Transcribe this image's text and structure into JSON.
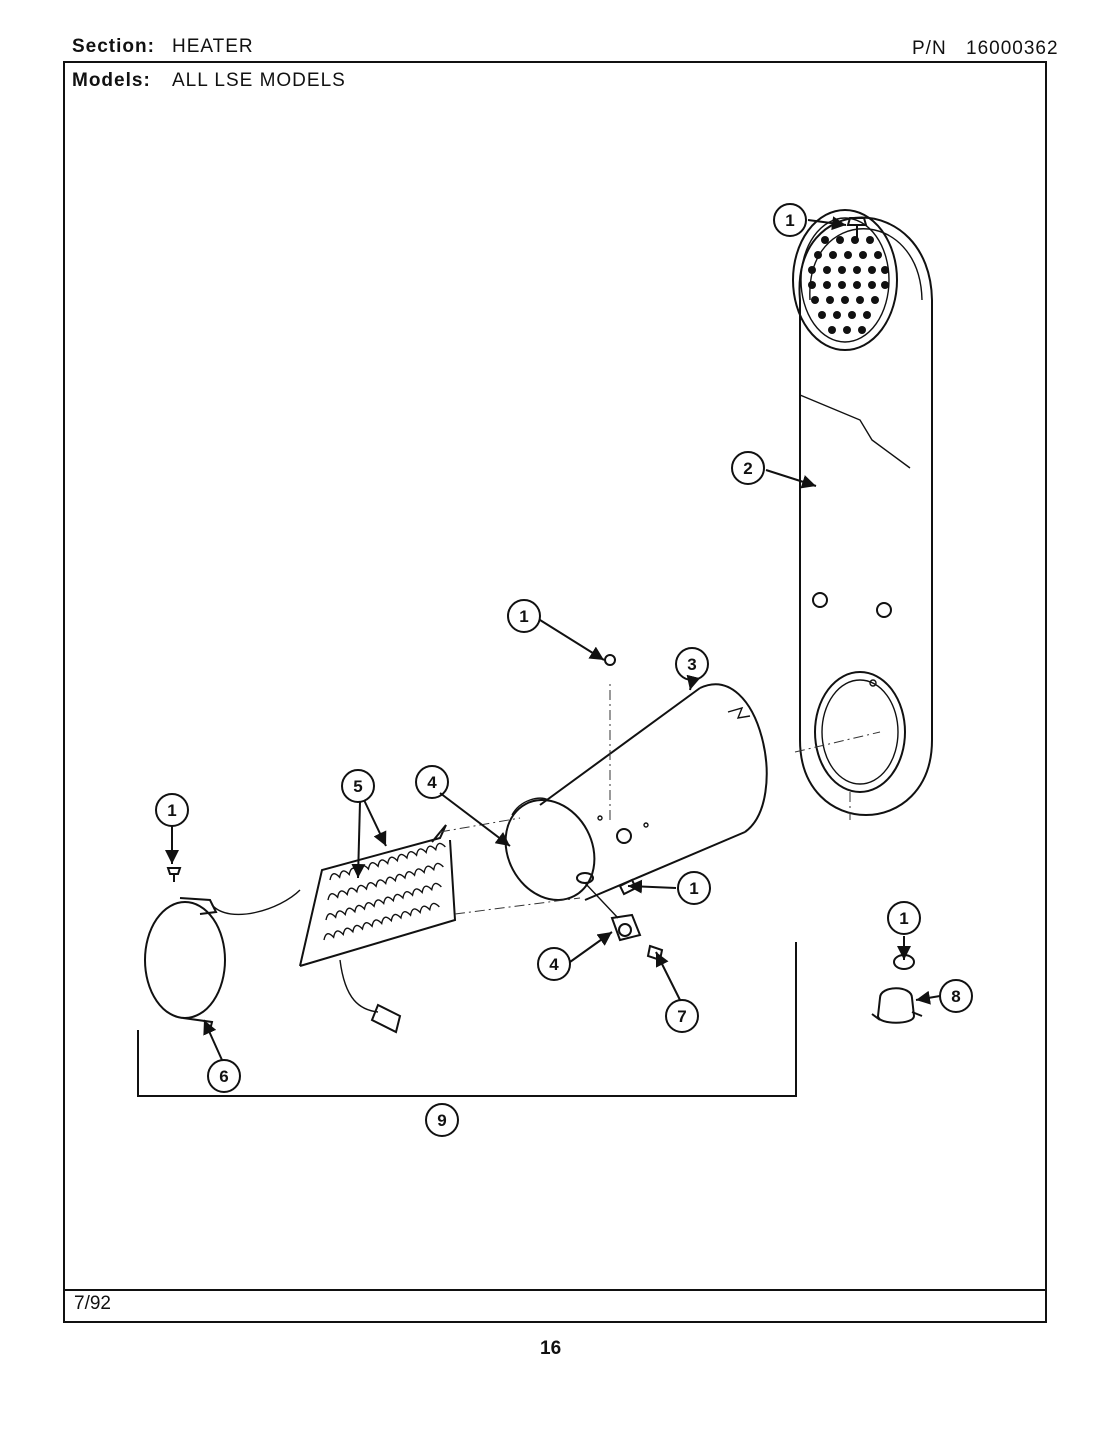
{
  "header": {
    "section_label": "Section:",
    "section_value": "HEATER",
    "models_label": "Models:",
    "models_value": "ALL LSE MODELS",
    "pn_label": "P/N",
    "pn_value": "16000362"
  },
  "footer": {
    "date": "7/92",
    "page_number": "16"
  },
  "callouts": {
    "c1a": "1",
    "c1b": "1",
    "c1c": "1",
    "c1d": "1",
    "c1e": "1",
    "c2": "2",
    "c3": "3",
    "c4a": "4",
    "c4b": "4",
    "c5": "5",
    "c6": "6",
    "c7": "7",
    "c8": "8",
    "c9": "9"
  }
}
